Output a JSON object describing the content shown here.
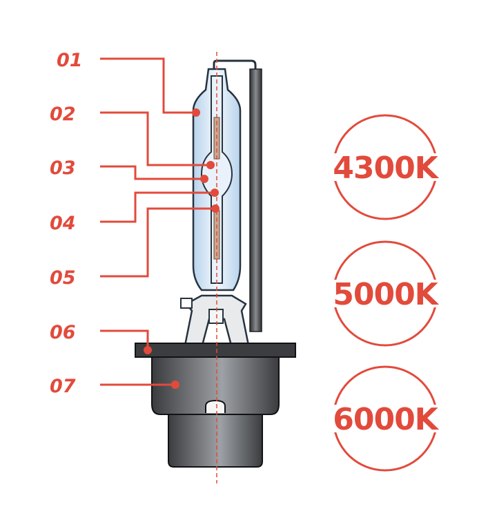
{
  "labels": [
    "01",
    "02",
    "03",
    "04",
    "05",
    "06",
    "07"
  ],
  "temperatures": [
    "4300K",
    "5000K",
    "6000K"
  ],
  "colors": {
    "accent": "#e24a3b",
    "glass_fill": "#dbe9f6",
    "glass_stroke": "#26323f",
    "base_dark": "#3b3d40",
    "rod": "#4a4c4f"
  }
}
